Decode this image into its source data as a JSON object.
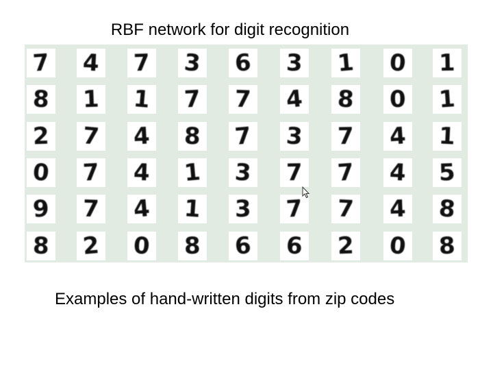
{
  "title": "RBF network for digit recognition",
  "caption": "Examples of hand-written digits from zip codes",
  "digit_rows": [
    [
      "7",
      "4",
      "7",
      "3",
      "6",
      "3",
      "1",
      "0",
      "1"
    ],
    [
      "8",
      "1",
      "1",
      "7",
      "7",
      "4",
      "8",
      "0",
      "1"
    ],
    [
      "2",
      "7",
      "4",
      "8",
      "7",
      "3",
      "7",
      "4",
      "1"
    ],
    [
      "0",
      "7",
      "4",
      "1",
      "3",
      "7",
      "7",
      "4",
      "5"
    ],
    [
      "9",
      "7",
      "4",
      "1",
      "3",
      "7",
      "7",
      "4",
      "8"
    ],
    [
      "8",
      "2",
      "0",
      "8",
      "6",
      "6",
      "2",
      "0",
      "8"
    ]
  ],
  "colors": {
    "panel_background": "#e1ebe1",
    "cell_background": "#ffffff",
    "ink": "#111111"
  },
  "icons": {
    "cursor": "mouse-pointer-icon"
  }
}
